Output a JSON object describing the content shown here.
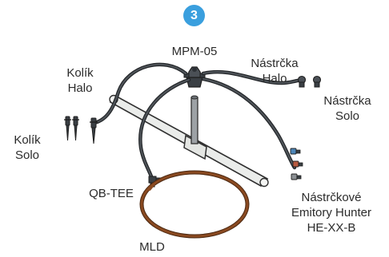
{
  "step_number": "3",
  "labels": {
    "mpm": "MPM-05",
    "kolik_halo": [
      "Kolík",
      "Halo"
    ],
    "kolik_solo": [
      "Kolík",
      "Solo"
    ],
    "nastrcka_halo": [
      "Nástrčka",
      "Halo"
    ],
    "nastrcka_solo": [
      "Nástrčka",
      "Solo"
    ],
    "qb_tee": "QB-TEE",
    "emitory": [
      "Nástrčkové",
      "Emitory Hunter",
      "HE-XX-B"
    ],
    "mld": "MLD"
  },
  "colors": {
    "badge": "#3a9fde",
    "tubing": "#3b3f44",
    "pipe": "#e9ebe8",
    "mld_ring": "#8a4a21",
    "emitter_blue": "#4d86b8",
    "emitter_red": "#b85a3f"
  }
}
